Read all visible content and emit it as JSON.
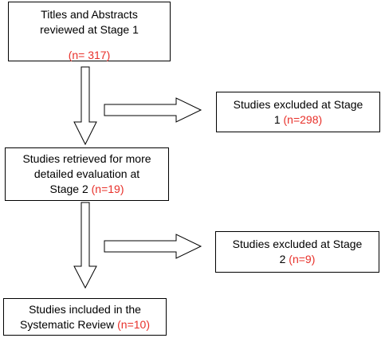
{
  "colors": {
    "count_text": "#e8302a",
    "border": "#000000",
    "background": "#ffffff"
  },
  "stage1": {
    "line1": "Titles and Abstracts",
    "line2": "reviewed at Stage 1",
    "count": "(n= 317)"
  },
  "excluded1": {
    "line1": "Studies excluded at Stage",
    "line2_prefix": "1 ",
    "count": "(n=298)"
  },
  "stage2": {
    "line1": "Studies retrieved for more",
    "line2": "detailed evaluation at",
    "line3_prefix": "Stage 2 ",
    "count": "(n=19)"
  },
  "excluded2": {
    "line1": "Studies excluded at Stage",
    "line2_prefix": "2 ",
    "count": "(n=9)"
  },
  "included": {
    "line1": "Studies included in the",
    "line2_prefix": "Systematic Review ",
    "count": "(n=10)"
  }
}
